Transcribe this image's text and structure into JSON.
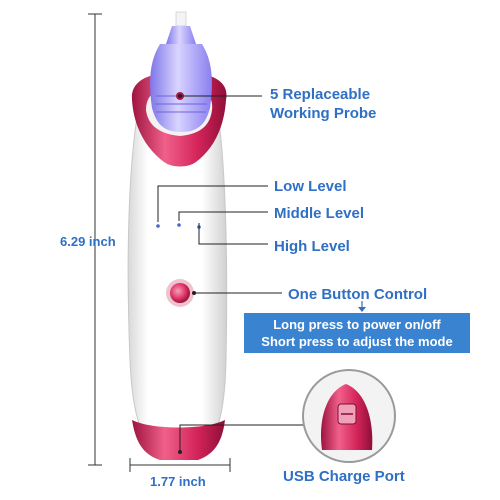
{
  "dimensions": {
    "height_label": "6.29 inch",
    "width_label": "1.77 inch"
  },
  "features": {
    "probe_line1": "5 Replaceable",
    "probe_line2": "Working Probe",
    "low_level": "Low Level",
    "middle_level": "Middle Level",
    "high_level": "High Level",
    "button": "One Button Control",
    "usb": "USB Charge Port"
  },
  "note": {
    "line1": "Long press to power on/off",
    "line2": "Short press to adjust the mode"
  },
  "colors": {
    "accent_blue": "#2f6fc4",
    "note_bg": "#3a83d1",
    "device_pink": "#d4245a",
    "probe_violet": "#9b8cf0"
  },
  "icons": {
    "probe": "probe-icon",
    "power": "power-button-icon",
    "usb": "usb-port-icon"
  }
}
